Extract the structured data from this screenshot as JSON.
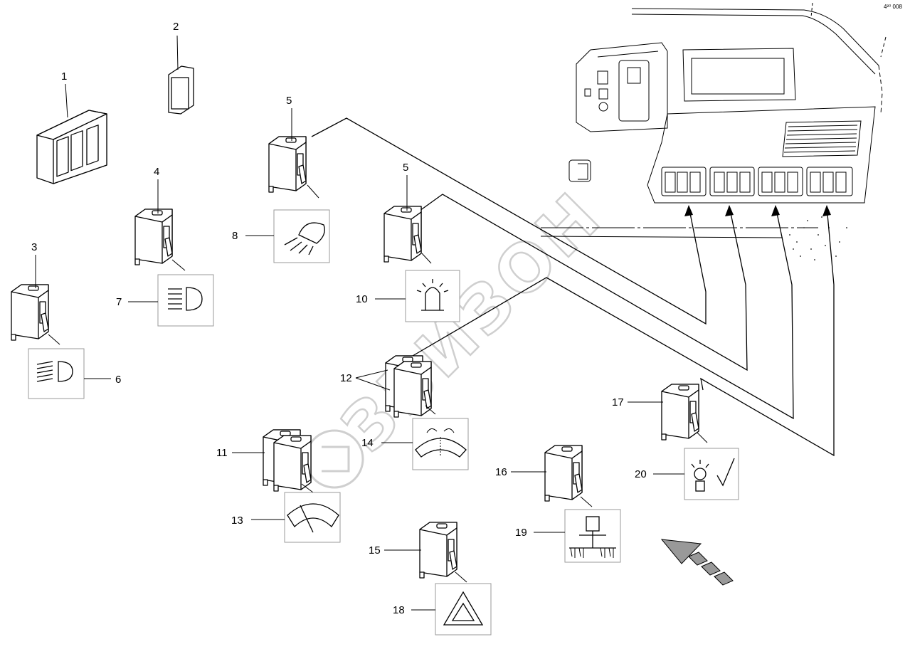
{
  "callouts": [
    "1",
    "2",
    "3",
    "4",
    "5",
    "5",
    "6",
    "7",
    "8",
    "10",
    "11",
    "12",
    "13",
    "14",
    "15",
    "16",
    "17",
    "18",
    "19",
    "20"
  ],
  "watermark": "ЗВИЗОН",
  "corner_text": "4²⁰ 008",
  "colors": {
    "line": "#000000",
    "watermark": "#cfcfcf",
    "icon_border": "#9a9a9a"
  },
  "icons": [
    "switch-housing-triple",
    "switch-blank-cover",
    "rocker-switch",
    "work-light-symbol",
    "beacon-symbol",
    "dipped-beam-symbol",
    "main-beam-symbol",
    "wiper-symbol",
    "washer-symbol",
    "hazard-warning-symbol",
    "header-height-symbol",
    "indicator-lamp-check-symbol",
    "direction-arrow",
    "cab-dashboard"
  ]
}
